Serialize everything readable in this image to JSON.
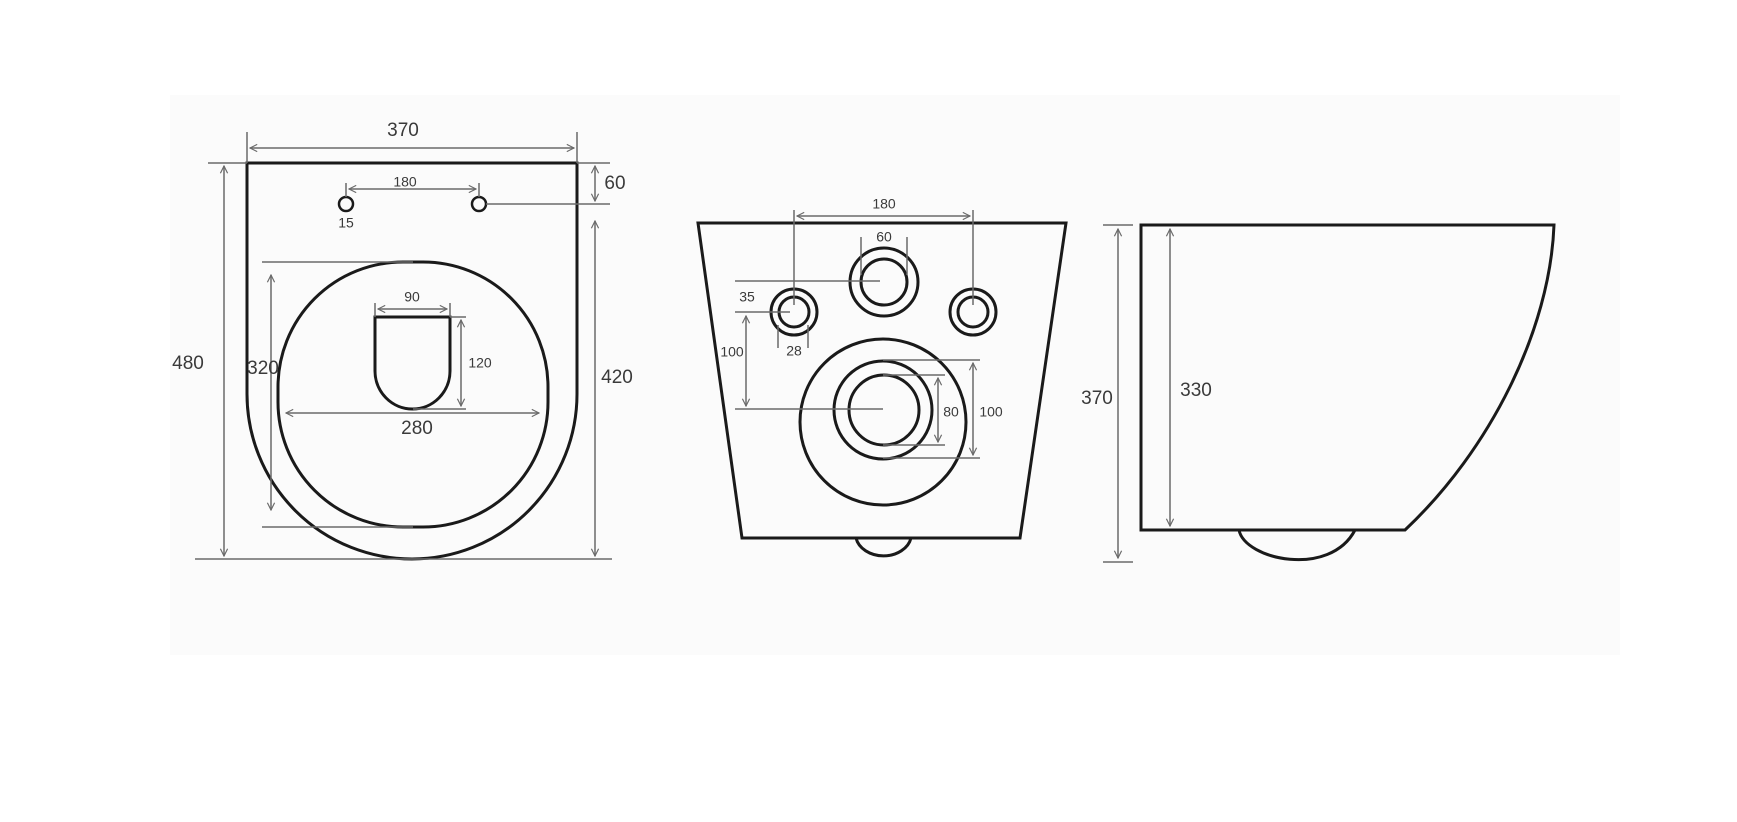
{
  "views": {
    "top_view": {
      "width": "370",
      "depth": "480",
      "hole_spacing": "180",
      "hole_diameter": "15",
      "hole_offset": "60",
      "rear_to_front": "420",
      "seat_length": "320",
      "seat_width": "280",
      "opening_width": "90",
      "opening_length": "120"
    },
    "rear_view": {
      "bolt_spacing": "180",
      "inlet_diameter": "60",
      "inlet_offset": "35",
      "bolt_diameter": "28",
      "inlet_to_outlet": "100",
      "outlet_inner": "80",
      "outlet_outer": "100"
    },
    "side_view": {
      "total_height": "370",
      "body_height": "330"
    }
  }
}
